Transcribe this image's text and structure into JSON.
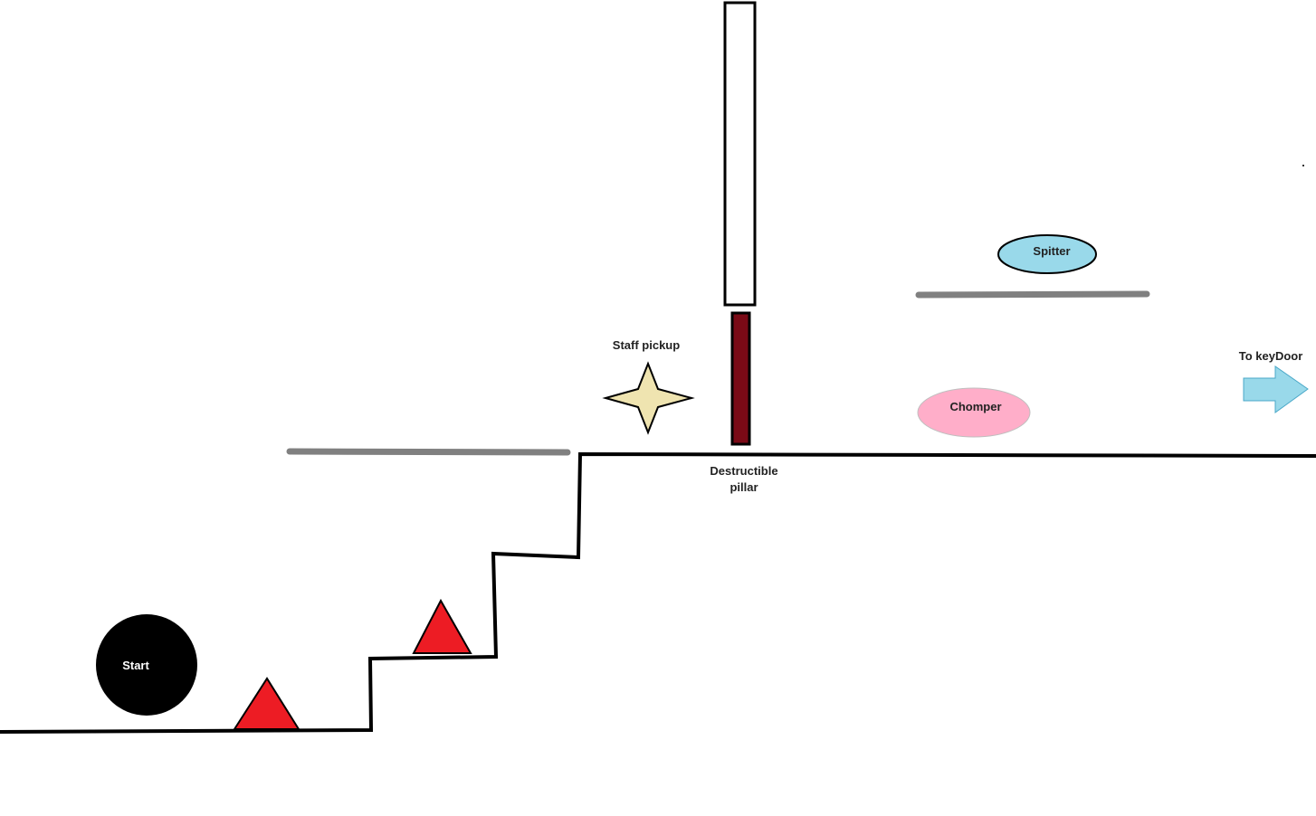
{
  "labels": {
    "start": "Start",
    "staff_pickup": "Staff pickup",
    "destructible_line1": "Destructible",
    "destructible_line2": "pillar",
    "spitter": "Spitter",
    "chomper": "Chomper",
    "to_key_door": "To keyDoor"
  },
  "colors": {
    "ground": "#000000",
    "platform": "#808080",
    "spike": "#ed1c24",
    "start_circle": "#000000",
    "start_text": "#ffffff",
    "star": "#efe4b0",
    "pillar_destructible": "#7a0a16",
    "pillar_top": "#ffffff",
    "spitter": "#99d9ea",
    "chomper": "#ffaec9",
    "arrow": "#99d9ea"
  },
  "icons": {
    "spike": "red-triangle",
    "staff": "four-point-star",
    "exit": "right-arrow"
  }
}
